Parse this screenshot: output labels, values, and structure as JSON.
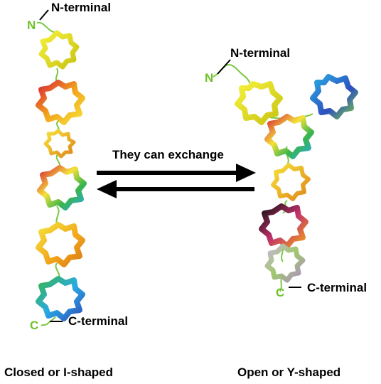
{
  "closed_form": {
    "n_letter": "N",
    "n_label": "N-terminal",
    "c_letter": "C",
    "c_label": "C-terminal",
    "caption": "Closed or I-shaped"
  },
  "open_form": {
    "n_letter": "N",
    "n_label": "N-terminal",
    "c_letter": "C",
    "c_label": "C-terminal",
    "caption": "Open or Y-shaped"
  },
  "exchange_label": "They can exchange",
  "colors": {
    "linker": "#7ac943",
    "terminal_letter": "#6fc22a",
    "arrow": "#000000",
    "yellow": "#e6e619",
    "orange": "#f2a31b",
    "red": "#d8263a",
    "magenta": "#c0306b",
    "green": "#39b54a",
    "cyan": "#29abe2",
    "blue": "#2e4fbf",
    "olive": "#9e9a1e",
    "black": "#111111",
    "lavender": "#c9b6d9"
  }
}
